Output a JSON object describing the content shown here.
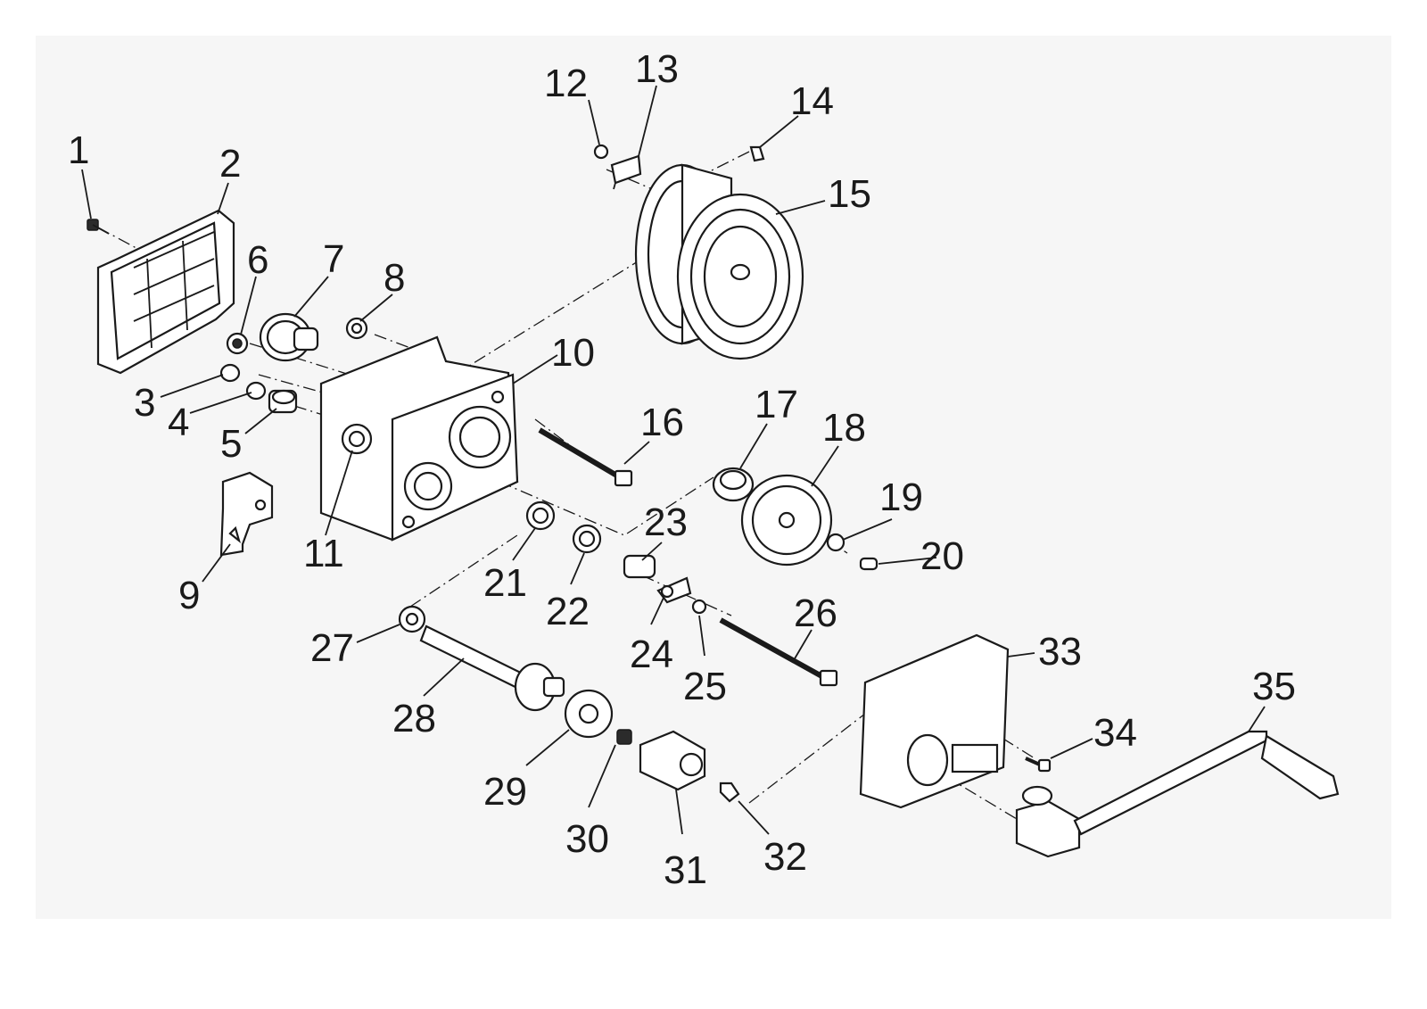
{
  "diagram": {
    "callouts": [
      "1",
      "2",
      "3",
      "4",
      "5",
      "6",
      "7",
      "8",
      "9",
      "10",
      "11",
      "12",
      "13",
      "14",
      "15",
      "16",
      "17",
      "18",
      "19",
      "20",
      "21",
      "22",
      "23",
      "24",
      "25",
      "26",
      "27",
      "28",
      "29",
      "30",
      "31",
      "32",
      "33",
      "34",
      "35"
    ],
    "colors": {
      "ink": "#1a1a1a",
      "background": "#f6f6f6"
    }
  }
}
